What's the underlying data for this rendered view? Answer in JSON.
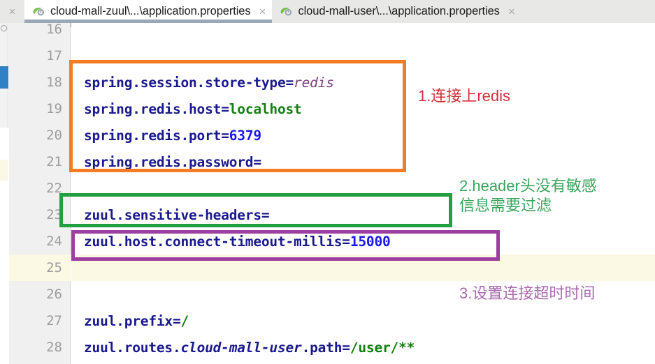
{
  "window": {
    "title": "IntelliJ IDEA editor - application.properties"
  },
  "tabbar": {
    "left_close_glyph": "×",
    "close_glyph": "×",
    "tabs": [
      {
        "label": "cloud-mall-zuul\\...\\application.properties",
        "icon": "spring-leaf-icon",
        "active": true
      },
      {
        "label": "cloud-mall-user\\...\\application.properties",
        "icon": "spring-leaf-icon",
        "active": false
      }
    ]
  },
  "editor": {
    "current_line": 25,
    "gutter": {
      "line_numbers": [
        "16",
        "17",
        "18",
        "19",
        "20",
        "21",
        "22",
        "23",
        "24",
        "25",
        "26",
        "27",
        "28"
      ]
    },
    "lines": [
      {
        "number": "16",
        "text": ""
      },
      {
        "number": "17",
        "text": ""
      },
      {
        "number": "18",
        "text": "spring.session.store-type=redis"
      },
      {
        "number": "19",
        "text": "spring.redis.host=localhost"
      },
      {
        "number": "20",
        "text": "spring.redis.port=6379"
      },
      {
        "number": "21",
        "text": "spring.redis.password="
      },
      {
        "number": "22",
        "text": ""
      },
      {
        "number": "23",
        "text": "zuul.sensitive-headers="
      },
      {
        "number": "24",
        "text": "zuul.host.connect-timeout-millis=15000"
      },
      {
        "number": "25",
        "text": ""
      },
      {
        "number": "26",
        "text": ""
      },
      {
        "number": "27",
        "text": "zuul.prefix=/"
      },
      {
        "number": "28",
        "text": "zuul.routes.cloud-mall-user.path=/user/**"
      }
    ],
    "tokens": {
      "l18_key": "spring.session.store-type",
      "l18_eq": "=",
      "l18_val": "redis",
      "l19_key": "spring.redis.host",
      "l19_eq": "=",
      "l19_val": "localhost",
      "l20_key": "spring.redis.port",
      "l20_eq": "=",
      "l20_val": "6379",
      "l21_key": "spring.redis.password",
      "l21_eq": "=",
      "l23_key": "zuul.sensitive-headers",
      "l23_eq": "=",
      "l24_key": "zuul.host.connect-timeout-millis",
      "l24_eq": "=",
      "l24_val": "15000",
      "l27_key": "zuul.prefix",
      "l27_eq": "=",
      "l27_val": "/",
      "l28_key_a": "zuul.routes.",
      "l28_key_b": "cloud-mall-user",
      "l28_key_c": ".path",
      "l28_eq": "=",
      "l28_val": "/user/**"
    }
  },
  "annotations": {
    "boxes": [
      {
        "name": "redis-config-box",
        "color": "#f57c20"
      },
      {
        "name": "sensitive-headers-box",
        "color": "#22a041"
      },
      {
        "name": "connect-timeout-box",
        "color": "#9c3fa0"
      }
    ],
    "notes": [
      {
        "id": "1",
        "text": "1.连接上redis",
        "color": "#d0313a"
      },
      {
        "id": "2",
        "text": "2.header头没有敏感\n信息需要过滤",
        "color": "#3aa55c"
      },
      {
        "id": "3",
        "text": "3.设置连接超时时间",
        "color": "#a96aae"
      }
    ]
  },
  "colors": {
    "key": "#1a1a8c",
    "value_string": "#108010",
    "value_number": "#1a1aee",
    "value_ref": "#7b3f7b",
    "current_line_bg": "#fbf8e4",
    "gutter_bg": "#f0f0f0",
    "tabbar_bg": "#e8e8e7"
  }
}
